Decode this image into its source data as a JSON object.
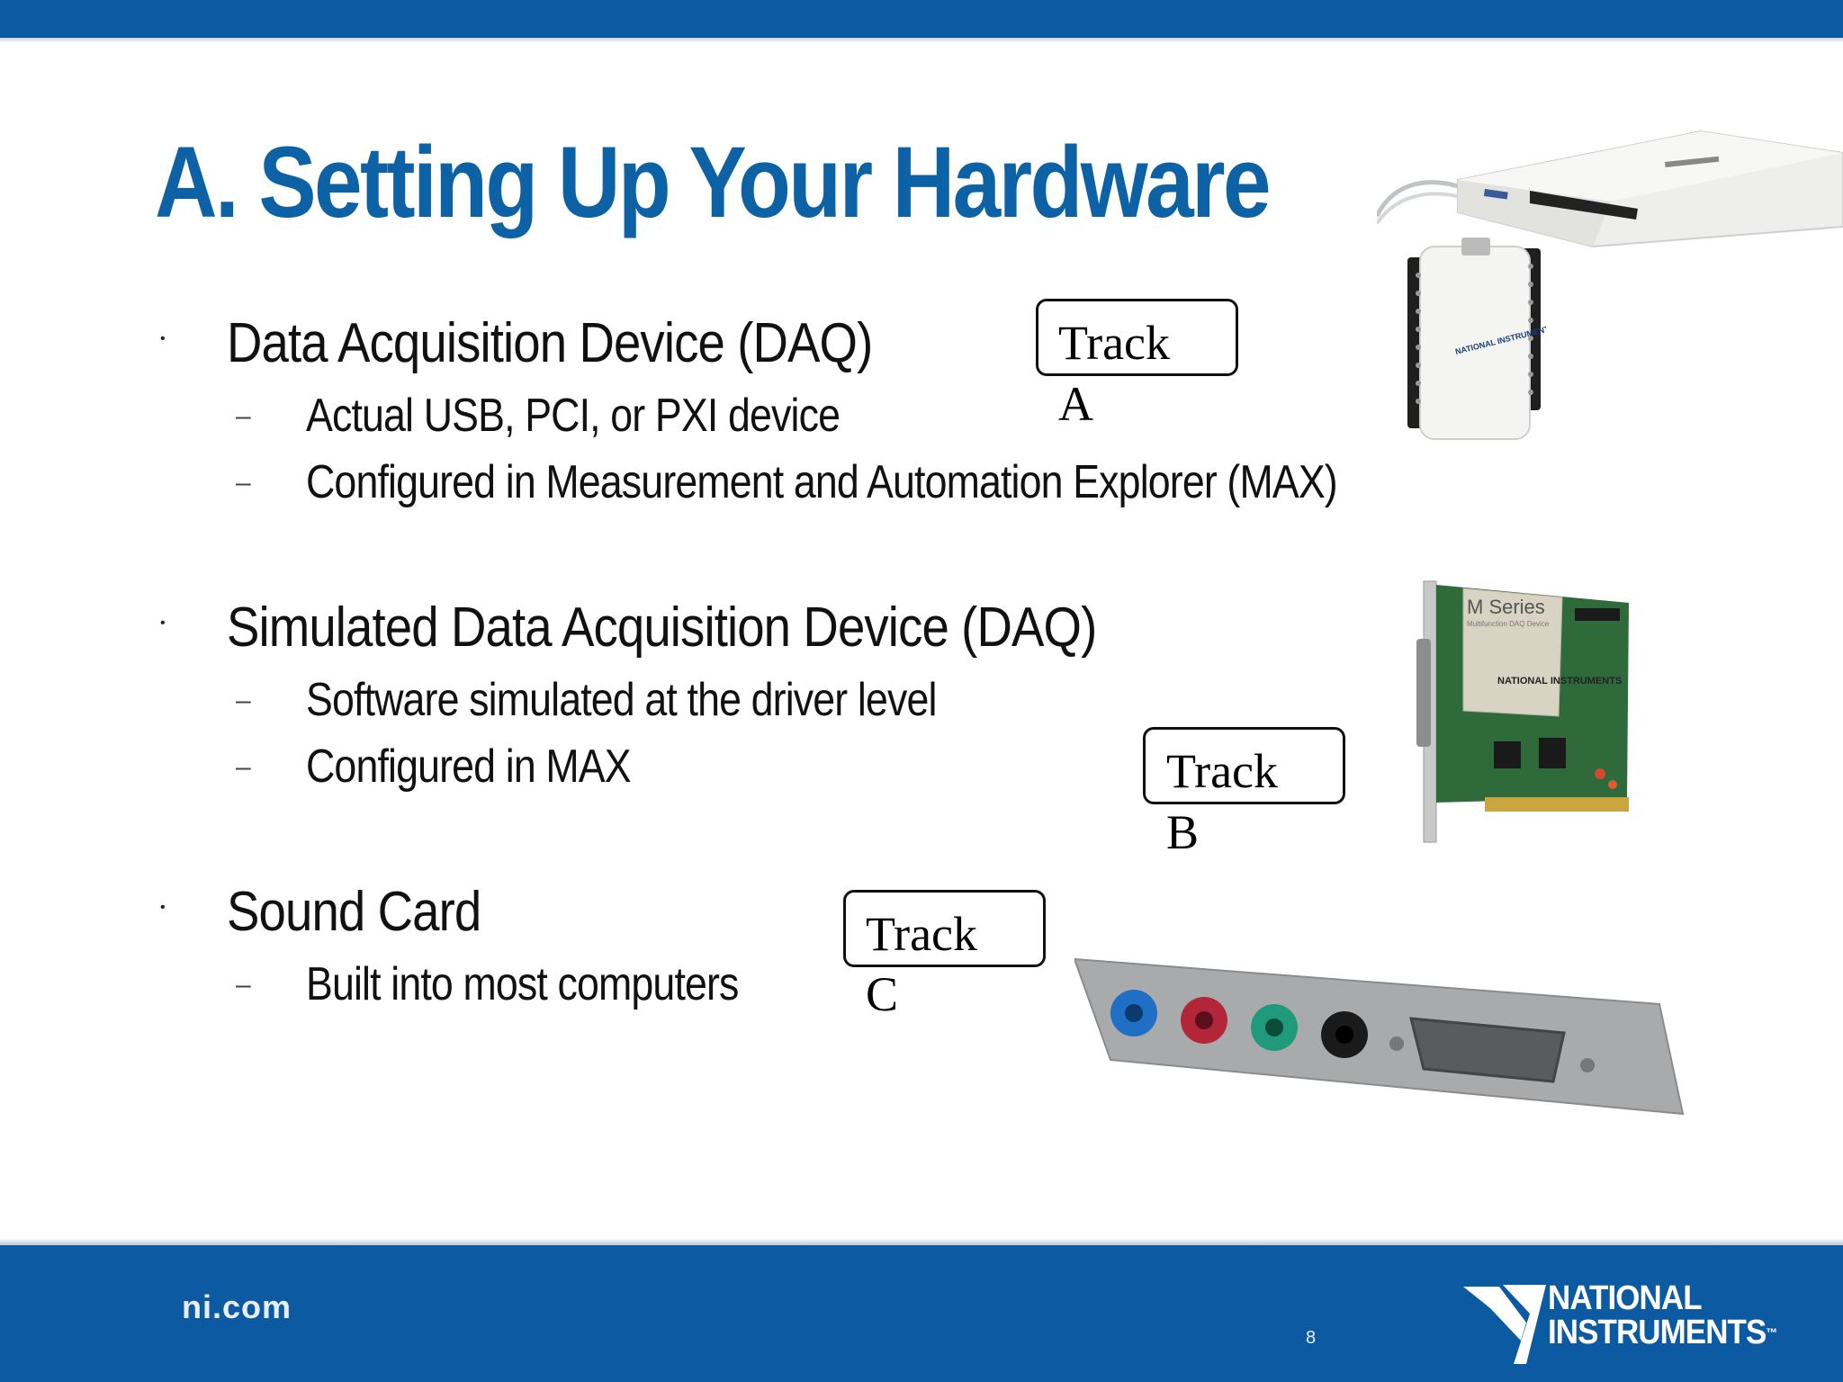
{
  "slide": {
    "title": "A. Setting Up Your Hardware",
    "bullet_glyph": "•",
    "dash_glyph": "–",
    "sections": [
      {
        "heading": "Data Acquisition Device (DAQ)",
        "items": [
          "Actual USB, PCI, or PXI device",
          "Configured in Measurement and Automation Explorer (MAX)"
        ]
      },
      {
        "heading": "Simulated Data Acquisition Device (DAQ)",
        "items": [
          "Software simulated at the driver level",
          "Configured in MAX"
        ]
      },
      {
        "heading": "Sound Card",
        "items": [
          "Built into most computers"
        ]
      }
    ],
    "tracks": [
      {
        "word": "Track",
        "letter": "A"
      },
      {
        "word": "Track",
        "letter": "B"
      },
      {
        "word": "Track",
        "letter": "C"
      }
    ]
  },
  "device_labels": {
    "usb_daq_brand": "NATIONAL INSTRUMENTS",
    "pci_card_series": "M Series",
    "pci_card_sub": "Multifunction DAQ Device",
    "pci_card_brand": "NATIONAL INSTRUMENTS"
  },
  "footer": {
    "site": "ni.com",
    "page_number": "8",
    "logo_line1": "NATIONAL",
    "logo_line2": "INSTRUMENTS",
    "logo_tm": "™"
  },
  "colors": {
    "brand_blue": "#0b5aa2",
    "title_blue": "#0d62a6",
    "jack_blue": "#1f6fc4",
    "jack_red": "#b3263a",
    "jack_green": "#1f9a7a",
    "jack_black": "#1a1a1a"
  }
}
